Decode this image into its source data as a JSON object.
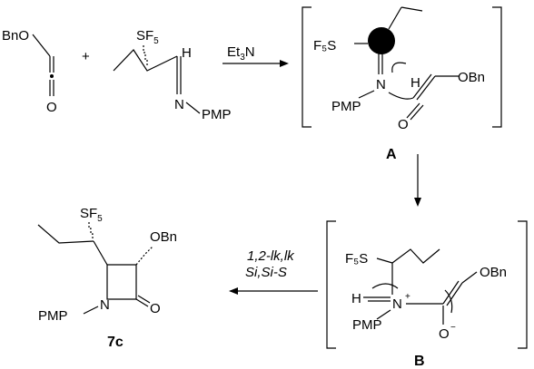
{
  "scheme": {
    "reactants": {
      "ketene": {
        "substituent": "BnO",
        "oxygen": "O"
      },
      "plus_sign": "+",
      "imine": {
        "sf5_main": "SF",
        "sf5_sub": "5",
        "h": "H",
        "n_label": "N",
        "pmp": "PMP"
      }
    },
    "step1": {
      "reagent_main": "Et",
      "reagent_sub": "3",
      "reagent_tail": "N"
    },
    "intermediate_A": {
      "label": "A",
      "sf5": "F₅S",
      "n": "N",
      "pmp": "PMP",
      "h": "H",
      "o": "O",
      "obn": "OBn"
    },
    "intermediate_B": {
      "label": "B",
      "sf5": "F₅S",
      "h": "H",
      "n": "N",
      "plus": "+",
      "pmp": "PMP",
      "o": "O",
      "minus": "−",
      "obn": "OBn"
    },
    "step2": {
      "line1": "1,2-lk,lk",
      "line2": "Si,Si-S"
    },
    "product": {
      "label": "7c",
      "sf5_main": "SF",
      "sf5_sub": "5",
      "obn": "OBn",
      "pmp": "PMP",
      "n": "N",
      "o": "O"
    }
  }
}
